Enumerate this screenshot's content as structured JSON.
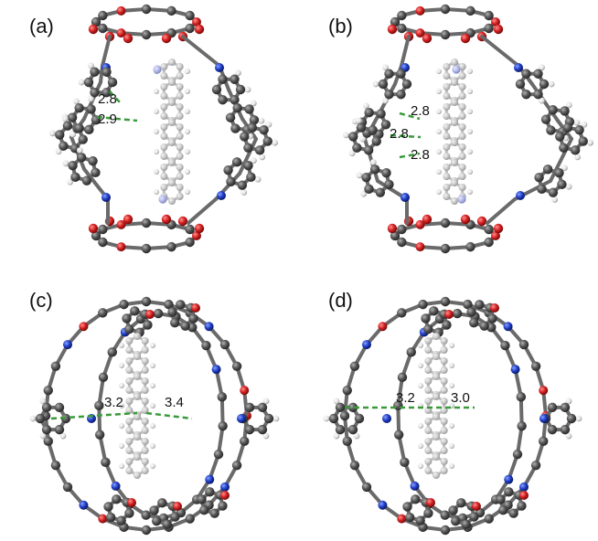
{
  "figure": {
    "panels": [
      {
        "id": "a",
        "label": "(a)",
        "distances": [
          "2.8",
          "2.9"
        ]
      },
      {
        "id": "b",
        "label": "(b)",
        "distances": [
          "2.8",
          "2.8",
          "2.8"
        ]
      },
      {
        "id": "c",
        "label": "(c)",
        "distances": [
          "3.2",
          "3.4"
        ]
      },
      {
        "id": "d",
        "label": "(d)",
        "distances": [
          "3.2",
          "3.0"
        ]
      }
    ]
  },
  "colors": {
    "carbon": "#555555",
    "oxygen": "#d42020",
    "nitrogen": "#2040c8",
    "hydrogen": "#e6e6e6",
    "guest": "#c4c4c4",
    "hbond": "#3a9a3a",
    "bond": "#6a6a6a"
  }
}
